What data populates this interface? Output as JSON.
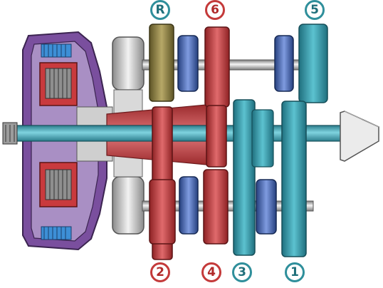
{
  "labels": {
    "reverse": "R",
    "sixth": "6",
    "fifth": "5",
    "second": "2",
    "fourth": "4",
    "third": "3",
    "first": "1"
  },
  "colors": {
    "odd_gears": "#3d9fb0",
    "even_gears": "#c8474a",
    "reverse_gear": "#8f8148",
    "synchronizer": "#3f5ea8",
    "housing": "#6a3f8f",
    "flywheel": "#bdbdbd",
    "output_cone": "#e8e8e8"
  }
}
